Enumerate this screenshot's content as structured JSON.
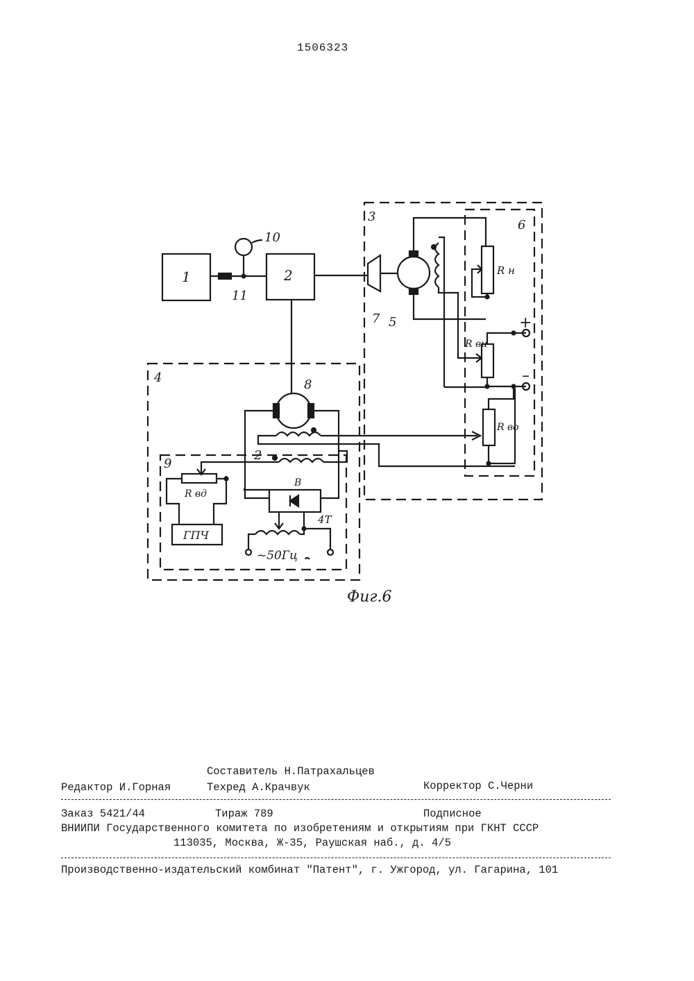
{
  "patent_number": "1506323",
  "figure": {
    "caption": "Фиг.6",
    "blocks": {
      "b1": "1",
      "b2": "2",
      "gpch": "ГПЧ"
    },
    "labels": {
      "n3": "3",
      "n4": "4",
      "n5": "5",
      "n6": "6",
      "n7": "7",
      "n8": "8",
      "n9": "9",
      "n10": "10",
      "n11": "11",
      "n2_coil": "2",
      "rn": "R н",
      "rvi": "R ви",
      "rvo": "R во",
      "rvd": "R вд",
      "v": "В",
      "tr": "4Т",
      "plus": "+",
      "minus": "–",
      "ac": "~50Гц"
    }
  },
  "imprint": {
    "sostavitel": "Составитель Н.Патрахальцев",
    "redaktor": "Редактор И.Горная",
    "tehred": "Техред А.Крачвук",
    "korrektor": "Корректор С.Черни",
    "zakaz": "Заказ 5421/44",
    "tirazh": "Тираж 789",
    "podpisnoe": "Подписное",
    "vniipi": "ВНИИПИ Государственного комитета по изобретениям и открытиям при ГКНТ СССР",
    "address": "113035, Москва, Ж-35, Раушская наб., д. 4/5",
    "kombinat": "Производственно-издательский комбинат \"Патент\", г. Ужгород, ул. Гагарина, 101"
  }
}
